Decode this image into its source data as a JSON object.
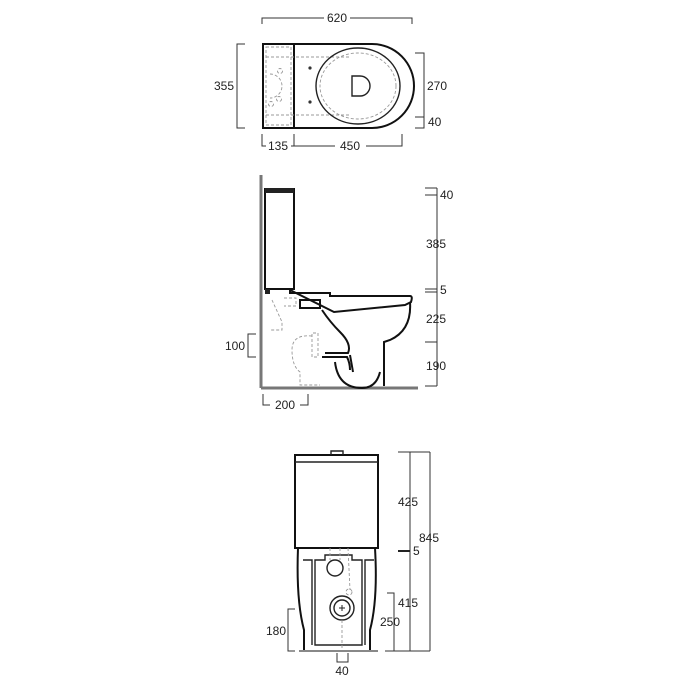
{
  "top_view": {
    "overall_length": "620",
    "overall_width": "355",
    "seat_width": "270",
    "seat_offset": "40",
    "tank_depth": "135",
    "bowl_length": "450"
  },
  "side_view": {
    "lid_height": "40",
    "tank_height": "385",
    "gap": "5",
    "bowl_height": "225",
    "base_height": "190",
    "waste_height": "100",
    "waste_distance": "200"
  },
  "front_view": {
    "tank_height": "425",
    "gap": "5",
    "bowl_height": "415",
    "total_height": "845",
    "inlet_height": "250",
    "outlet_height": "180",
    "outlet_width": "40"
  }
}
